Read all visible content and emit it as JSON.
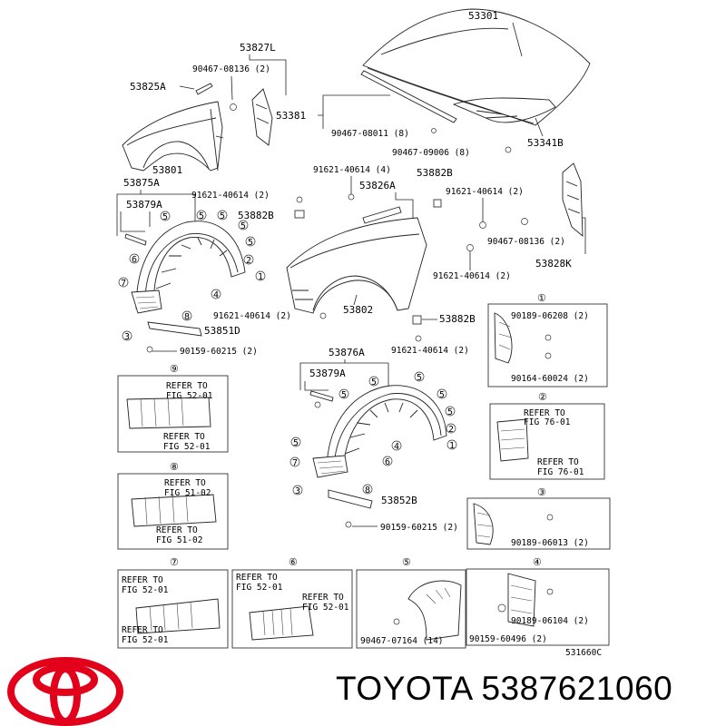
{
  "brand": {
    "name": "TOYOTA",
    "part_number": "5387621060",
    "logo_color": "#e2001a"
  },
  "diagram_code": "531660C",
  "labels": {
    "hood": "53301",
    "hood_seal": "53381",
    "hood_clip_a": "90467-08011 (8)",
    "hood_clip_b": "90467-09006 (8)",
    "hood_lower": "53341B",
    "fender_seal_l": "53827L",
    "clip_l_top": "90467-08136 (2)",
    "fender_mold_a": "53825A",
    "fender_l": "53801",
    "liner_l": "53875A",
    "shield_l": "53879A",
    "bolt_l1": "91621-40614 (2)",
    "bracket_l": "53882B",
    "bolt_l2": "91621-40614 (2)",
    "strip_l": "53851D",
    "screw_l": "90159-60215 (2)",
    "bolt_r1": "91621-40614 (4)",
    "fender_mold_r": "53826A",
    "bracket_r1": "53882B",
    "bolt_r2": "91621-40614 (2)",
    "clip_r_top": "90467-08136 (2)",
    "bolt_r3": "91621-40614 (2)",
    "fender_seal_r": "53828K",
    "fender_r": "53802",
    "bracket_r2": "53882B",
    "bolt_r4": "91621-40614 (2)",
    "liner_r": "53876A",
    "shield_r": "53879A",
    "strip_r": "53852B",
    "screw_r": "90159-60215 (2)"
  },
  "detail_boxes": [
    {
      "index": "①",
      "lines": [
        "90189-06208 (2)",
        "90164-60024 (2)"
      ]
    },
    {
      "index": "②",
      "lines": [
        "REFER TO",
        "FIG 76-01",
        "REFER TO",
        "FIG 76-01"
      ]
    },
    {
      "index": "③",
      "lines": [
        "90189-06013 (2)"
      ]
    },
    {
      "index": "④",
      "lines": [
        "90189-06104 (2)",
        "90159-60496 (2)"
      ]
    },
    {
      "index": "⑤",
      "lines": [
        "90467-07164 (14)"
      ]
    },
    {
      "index": "⑥",
      "lines": [
        "REFER TO",
        "FIG 52-01",
        "REFER TO",
        "FIG 52-01"
      ]
    },
    {
      "index": "⑦",
      "lines": [
        "REFER TO",
        "FIG 52-01",
        "REFER TO",
        "FIG 52-01"
      ]
    },
    {
      "index": "⑧",
      "lines": [
        "REFER TO",
        "FIG 51-02",
        "REFER TO",
        "FIG 51-02"
      ]
    },
    {
      "index": "⑨",
      "lines": [
        "REFER TO",
        "FIG 52-01",
        "REFER TO",
        "FIG 52-01"
      ]
    }
  ],
  "callout_numbers": [
    "1",
    "2",
    "3",
    "4",
    "5",
    "6",
    "7",
    "8",
    "9"
  ]
}
